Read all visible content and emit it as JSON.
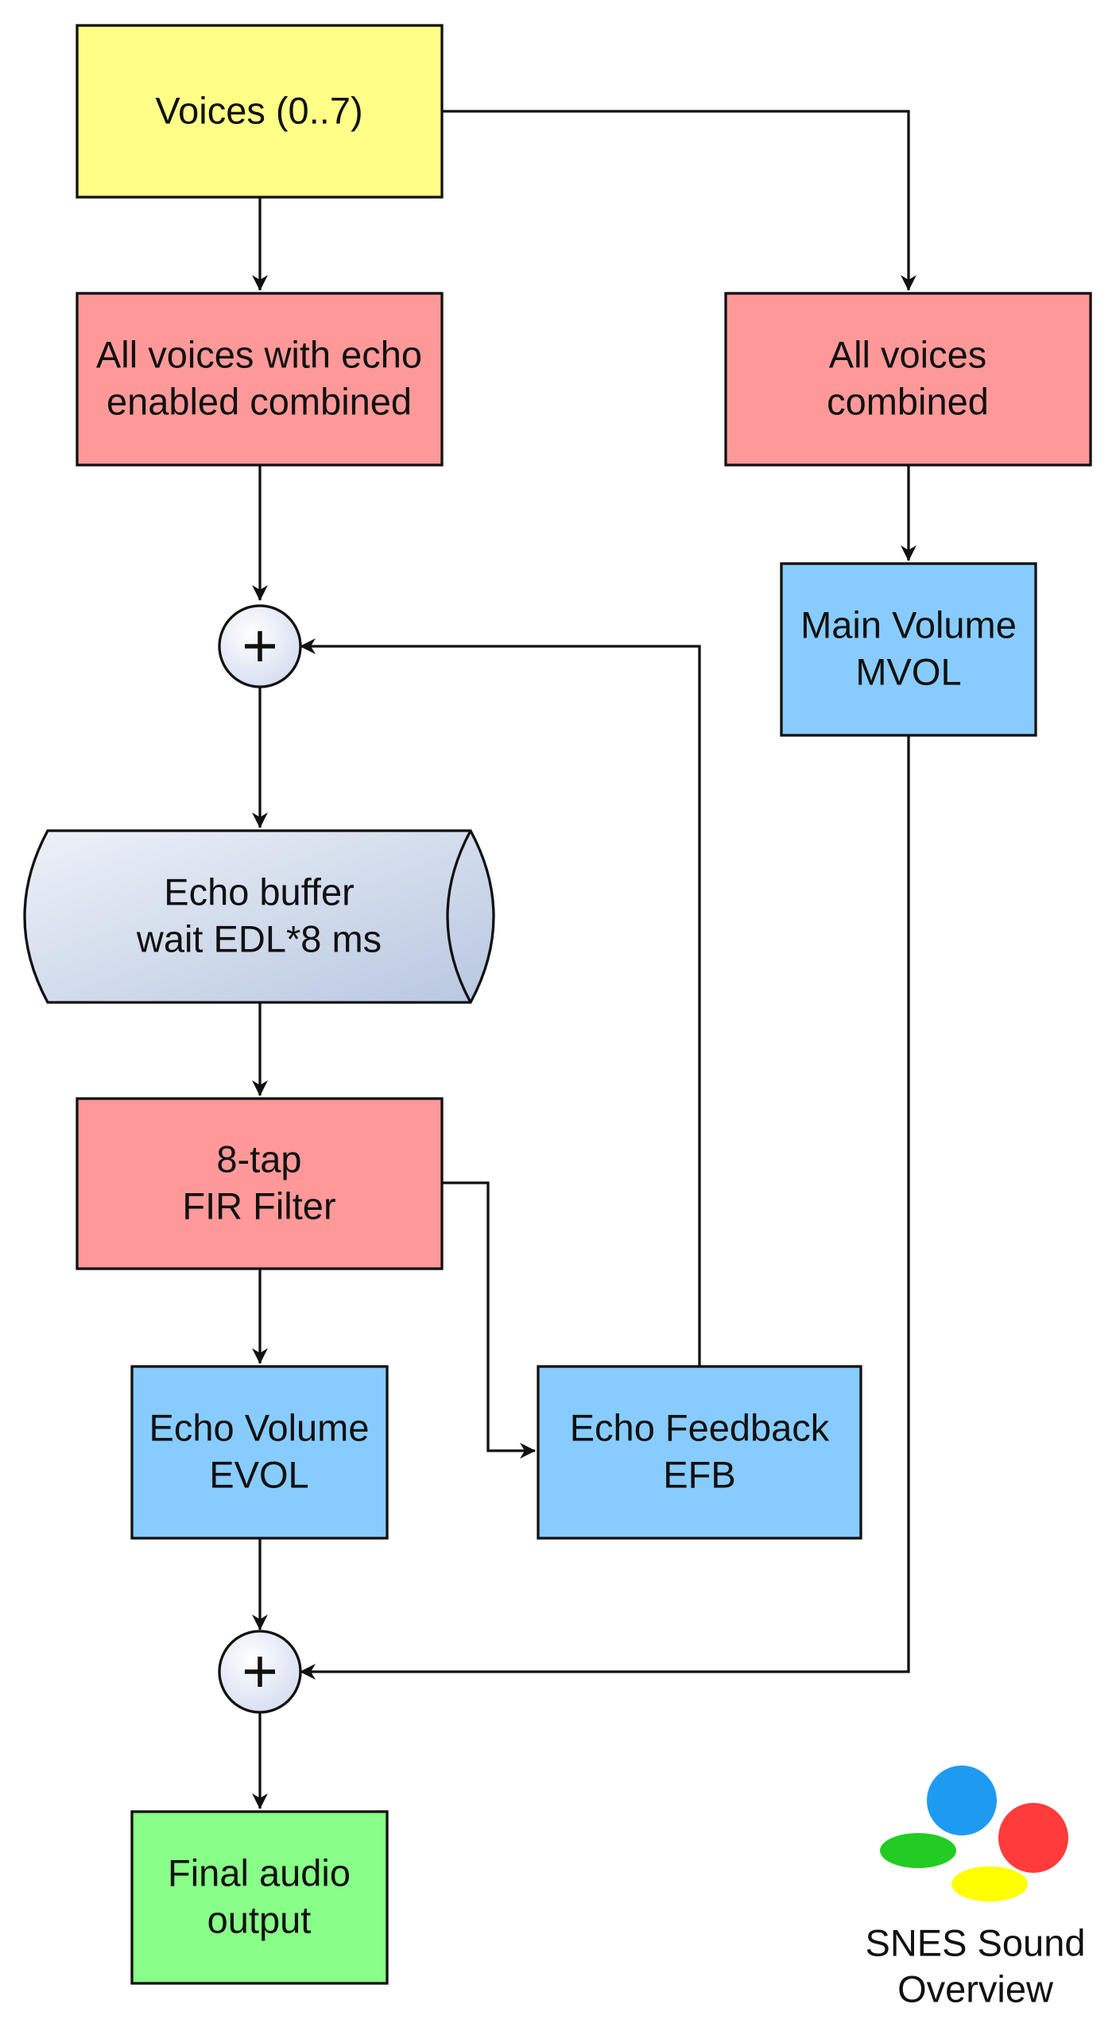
{
  "colors": {
    "yellow": "#ffff88",
    "red": "#ff9999",
    "blue": "#88ccff",
    "green": "#88ff88",
    "buffer_light": "#edf1f8",
    "buffer_dark": "#b8c7e0",
    "junction": "#d4ddf0",
    "logo_blue": "#1e9bf0",
    "logo_red": "#ff3b3b",
    "logo_green": "#22cc22",
    "logo_yellow": "#ffff00"
  },
  "nodes": {
    "voices": {
      "line1": "Voices (0..7)"
    },
    "echo_combined": {
      "line1": "All voices with echo",
      "line2": "enabled combined"
    },
    "all_combined": {
      "line1": "All voices",
      "line2": "combined"
    },
    "main_volume": {
      "line1": "Main Volume",
      "line2": "MVOL"
    },
    "echo_buffer": {
      "line1": "Echo buffer",
      "line2": "wait EDL*8 ms"
    },
    "fir_filter": {
      "line1": "8-tap",
      "line2": "FIR Filter"
    },
    "echo_volume": {
      "line1": "Echo Volume",
      "line2": "EVOL"
    },
    "echo_feedback": {
      "line1": "Echo Feedback",
      "line2": "EFB"
    },
    "final_output": {
      "line1": "Final audio",
      "line2": "output"
    }
  },
  "logo": {
    "icon": "snes-logo-icon",
    "caption_line1": "SNES Sound",
    "caption_line2": "Overview"
  },
  "edges": [
    {
      "from": "voices",
      "to": "echo_combined"
    },
    {
      "from": "voices",
      "to": "all_combined"
    },
    {
      "from": "echo_combined",
      "to": "sum_echo"
    },
    {
      "from": "echo_feedback",
      "to": "sum_echo"
    },
    {
      "from": "sum_echo",
      "to": "echo_buffer"
    },
    {
      "from": "echo_buffer",
      "to": "fir_filter"
    },
    {
      "from": "fir_filter",
      "to": "echo_volume"
    },
    {
      "from": "fir_filter",
      "to": "echo_feedback"
    },
    {
      "from": "all_combined",
      "to": "main_volume"
    },
    {
      "from": "echo_volume",
      "to": "sum_out"
    },
    {
      "from": "main_volume",
      "to": "sum_out"
    },
    {
      "from": "sum_out",
      "to": "final_output"
    }
  ]
}
